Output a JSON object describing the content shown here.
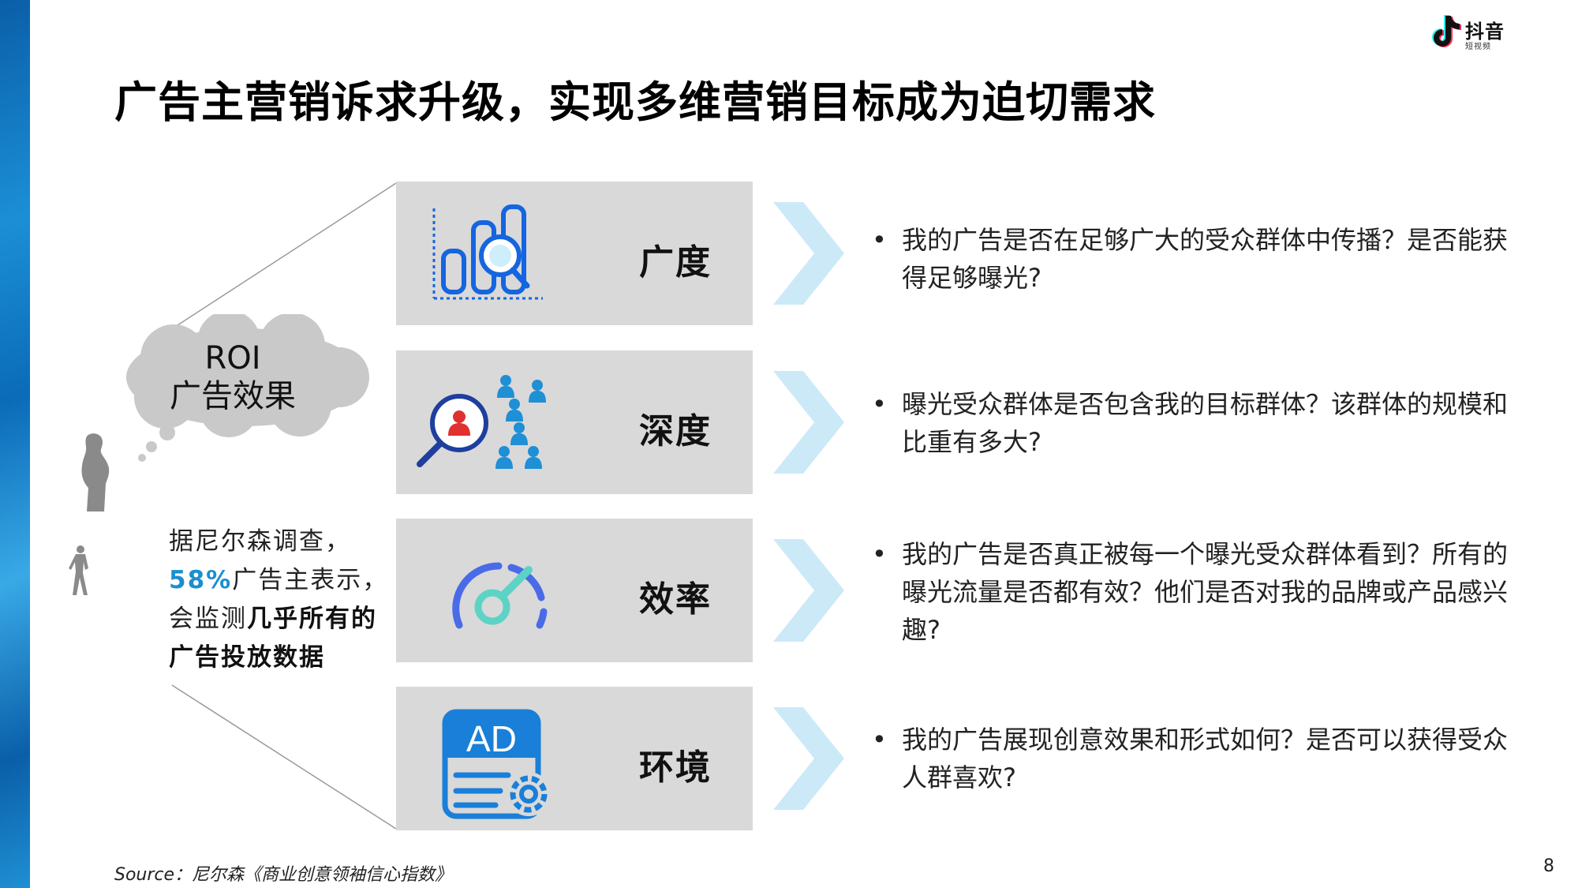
{
  "logo": {
    "name": "抖音",
    "sub": "短视频"
  },
  "title": "广告主营销诉求升级，实现多维营销目标成为迫切需求",
  "cloud": {
    "line1": "ROI",
    "line2": "广告效果"
  },
  "survey": {
    "line1": "据尼尔森调查，",
    "pct": "58%",
    "line2_rest": "广告主表示，",
    "line3_pre": "会监测",
    "line3_bold": "几乎所有的",
    "line4": "广告投放数据"
  },
  "dimensions": [
    {
      "label": "广度",
      "icon": "bar-chart-magnifier-icon",
      "question": "我的广告是否在足够广大的受众群体中传播？是否能获得足够曝光?"
    },
    {
      "label": "深度",
      "icon": "audience-search-icon",
      "question": "曝光受众群体是否包含我的目标群体？该群体的规模和比重有多大?"
    },
    {
      "label": "效率",
      "icon": "speed-gauge-icon",
      "question": "我的广告是否真正被每一个曝光受众群体看到？所有的曝光流量是否都有效？他们是否对我的品牌或产品感兴趣?"
    },
    {
      "label": "环境",
      "icon": "ad-settings-icon",
      "question": "我的广告展现创意效果和形式如何？是否可以获得受众人群喜欢?"
    }
  ],
  "bullet_symbol": "•",
  "ad_icon_text": "AD",
  "source": "Source：尼尔森《商业创意领袖信心指数》",
  "page_number": "8",
  "colors": {
    "accent": "#1a8fd0",
    "icon_blue": "#1565e0",
    "panel_bg": "#d9d9d9",
    "chevron": "#cce9f8"
  }
}
